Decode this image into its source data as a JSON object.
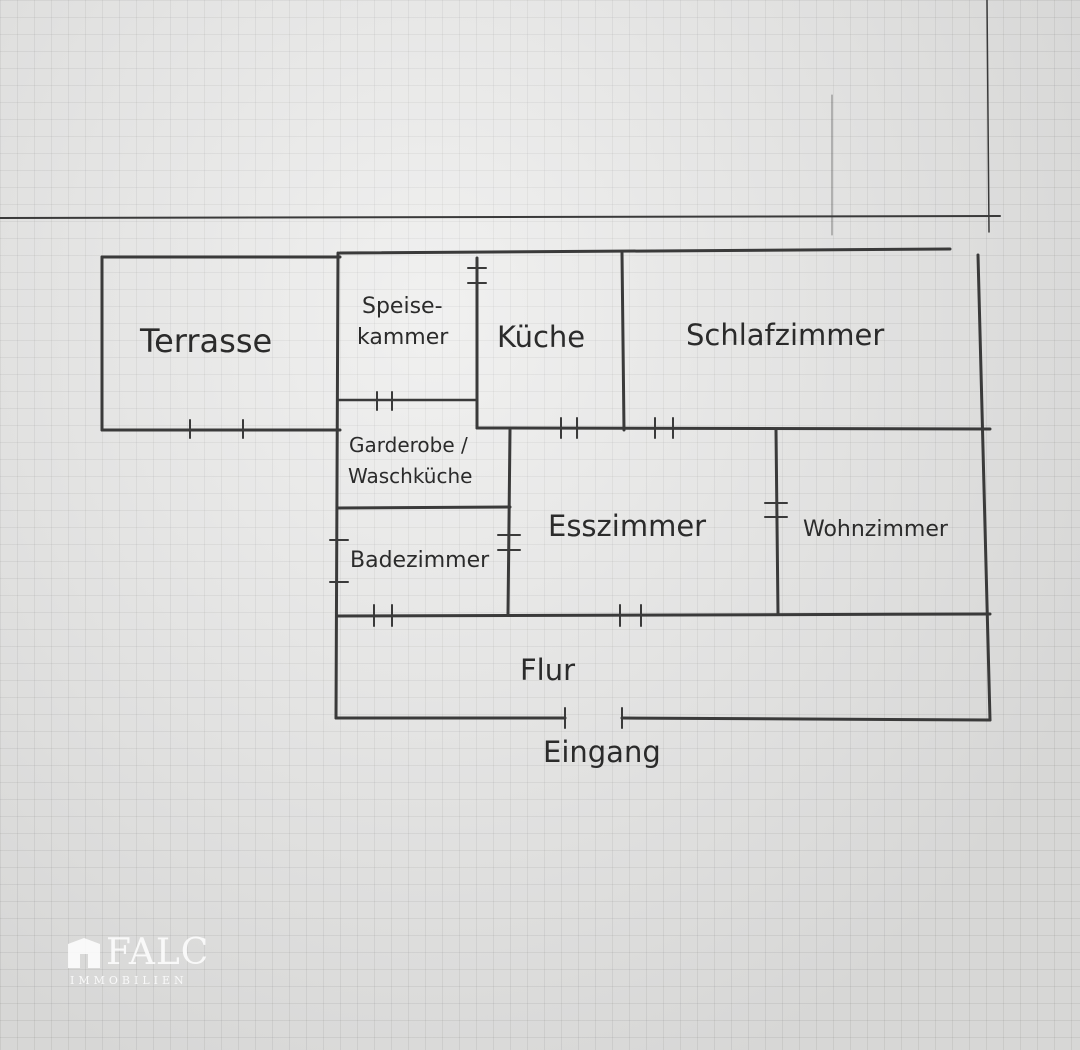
{
  "rooms": {
    "terrasse": "Terrasse",
    "speisekammer_1": "Speise-",
    "speisekammer_2": "kammer",
    "kueche": "Küche",
    "schlafzimmer": "Schlafzimmer",
    "garderobe_1": "Garderobe /",
    "garderobe_2": "Waschküche",
    "esszimmer": "Esszimmer",
    "wohnzimmer": "Wohnzimmer",
    "badezimmer": "Badezimmer",
    "flur": "Flur"
  },
  "entrance": "Eingang",
  "logo": {
    "name": "FALC",
    "sub": "IMMOBILIEN"
  },
  "colors": {
    "line": "#3a3a3a",
    "text": "#2b2b2b",
    "paper": "#e9e9e8"
  }
}
